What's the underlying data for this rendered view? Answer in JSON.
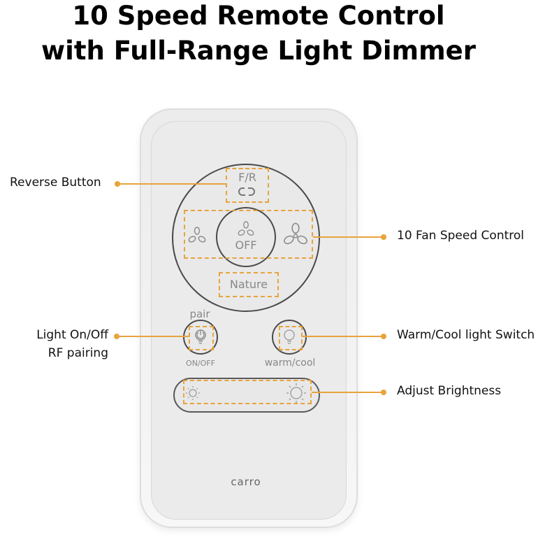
{
  "title": {
    "line1": "10 Speed Remote Control",
    "line2": "with Full-Range Light Dimmer"
  },
  "remote": {
    "fr_label": "F/R",
    "off_label": "OFF",
    "nature_label": "Nature",
    "pair_label": "pair",
    "onoff_label": "ON/OFF",
    "warmcool_label": "warm/cool",
    "brand": "carro"
  },
  "callouts": {
    "reverse": "Reverse Button",
    "fan_speed": "10 Fan Speed Control",
    "light_line1": "Light On/Off",
    "light_line2": "RF pairing",
    "warm_cool": "Warm/Cool light Switch",
    "brightness": "Adjust Brightness"
  },
  "colors": {
    "accent": "#e8a33c"
  }
}
